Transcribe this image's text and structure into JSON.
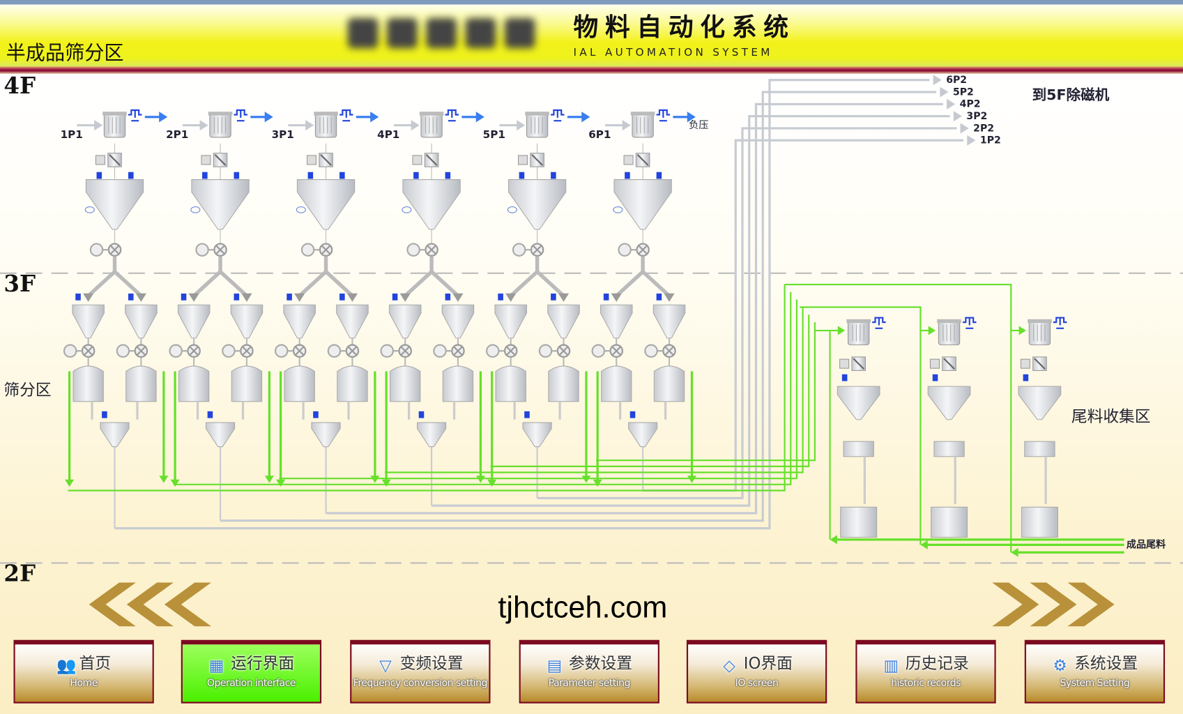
{
  "header": {
    "title": "物料自动化系统",
    "subtitle": "IAL AUTOMATION SYSTEM",
    "section": "半成品筛分区"
  },
  "floors": {
    "f4": "4F",
    "f3": "3F",
    "f2": "2F"
  },
  "units": {
    "inlet_labels": [
      "1P1",
      "2P1",
      "3P1",
      "4P1",
      "5P1",
      "6P1"
    ],
    "outlet_labels": [
      "6P2",
      "5P2",
      "4P2",
      "3P2",
      "2P2",
      "1P2"
    ]
  },
  "labels": {
    "to_5f": "到5F除磁机",
    "negative_pressure": "负压",
    "screening_zone": "筛分区",
    "tail_collection_zone": "尾料收集区",
    "finished_tail": "成品尾料"
  },
  "nav": [
    {
      "cn": "首页",
      "en": "Home",
      "icon": "users-icon",
      "active": false
    },
    {
      "cn": "运行界面",
      "en": "Operation interface",
      "icon": "operation-icon",
      "active": true
    },
    {
      "cn": "变频设置",
      "en": "Frequency conversion setting",
      "icon": "funnel-icon",
      "active": false
    },
    {
      "cn": "参数设置",
      "en": "Parameter setting",
      "icon": "document-icon",
      "active": false
    },
    {
      "cn": "IO界面",
      "en": "IO screen",
      "icon": "io-icon",
      "active": false
    },
    {
      "cn": "历史记录",
      "en": "historic records",
      "icon": "calendar-clock-icon",
      "active": false
    },
    {
      "cn": "系统设置",
      "en": "System Setting",
      "icon": "gear-icon",
      "active": false
    }
  ],
  "colors": {
    "green_line": "#66e02a",
    "grey_line": "#c8ccd2",
    "blue": "#2244dd",
    "chevron": "#b8913a"
  },
  "watermark": "tjhctceh.com"
}
